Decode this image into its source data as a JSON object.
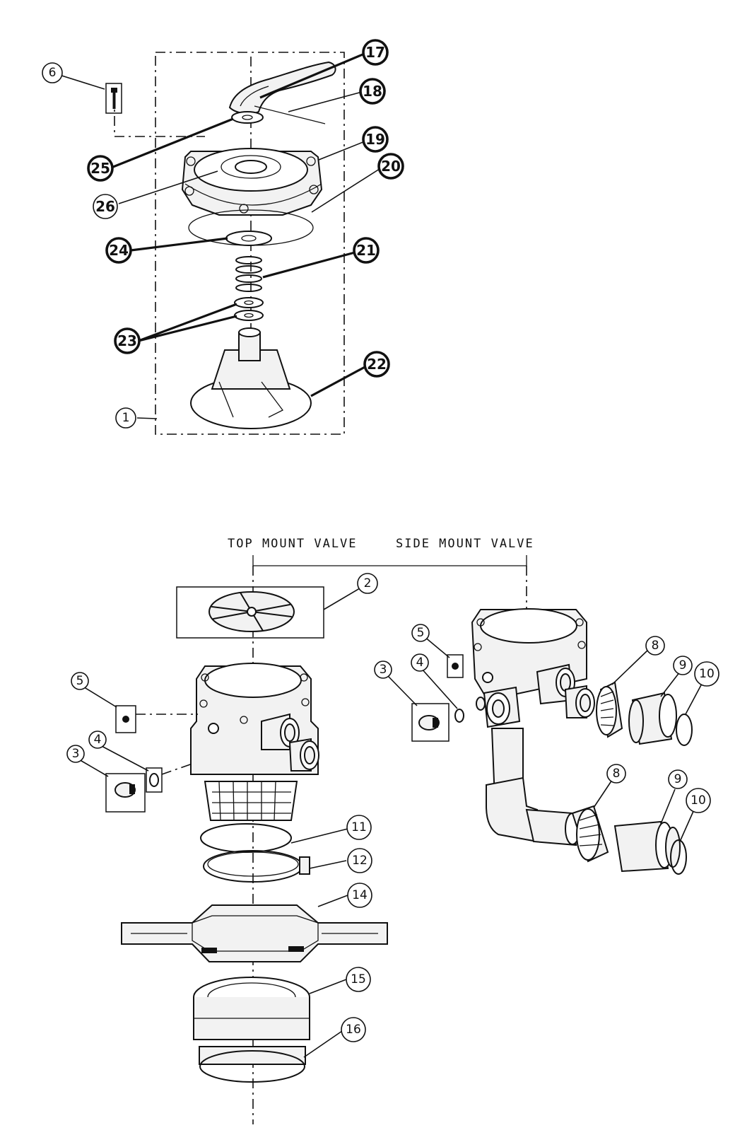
{
  "diagram": {
    "top_mount_label": "TOP MOUNT VALVE",
    "side_mount_label": "SIDE MOUNT VALVE",
    "callouts_upper": [
      "17",
      "18",
      "19",
      "20",
      "21",
      "22",
      "23",
      "24",
      "25",
      "26",
      "6",
      "1"
    ],
    "callouts_lower": [
      "2",
      "5",
      "4",
      "3",
      "11",
      "12",
      "14",
      "15",
      "16"
    ],
    "callouts_side": [
      "5",
      "4",
      "3",
      "8",
      "9",
      "10",
      "8",
      "9",
      "10"
    ]
  }
}
